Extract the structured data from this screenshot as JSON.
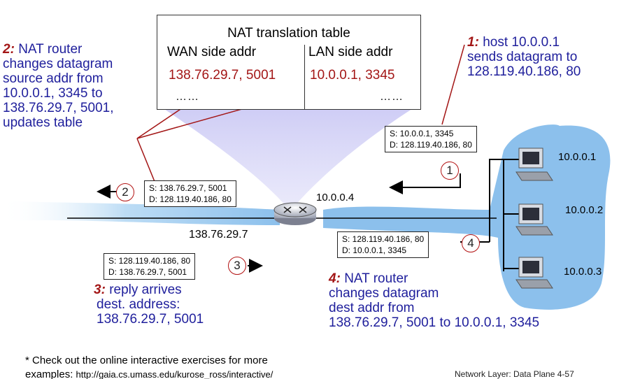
{
  "nat_table": {
    "title": "NAT translation table",
    "wan_header": "WAN side addr",
    "lan_header": "LAN side addr",
    "wan_value": "138.76.29.7, 5001",
    "lan_value": "10.0.0.1, 3345",
    "wan_more": "……",
    "lan_more": "……"
  },
  "steps": {
    "s1": {
      "num": "1:",
      "text_1": "host 10.0.0.1",
      "text_2": "sends datagram to",
      "text_3": "128.119.40.186, 80"
    },
    "s2": {
      "num": "2:",
      "text_1": "NAT router",
      "text_2": "changes datagram",
      "text_3": "source addr from",
      "text_4": "10.0.0.1, 3345 to",
      "text_5": "138.76.29.7, 5001,",
      "text_6": "updates table"
    },
    "s3": {
      "num": "3:",
      "text_1": "reply arrives",
      "text_2": "dest. address:",
      "text_3": "138.76.29.7, 5001"
    },
    "s4": {
      "num": "4:",
      "text_1": "NAT router",
      "text_2": "changes datagram",
      "text_3": "dest addr from",
      "text_4": "138.76.29.7, 5001 to 10.0.0.1, 3345"
    }
  },
  "datagrams": {
    "d1": {
      "src": "S: 10.0.0.1, 3345",
      "dst": "D: 128.119.40.186, 80"
    },
    "d2": {
      "src": "S: 138.76.29.7, 5001",
      "dst": "D: 128.119.40.186, 80"
    },
    "d3": {
      "src": "S: 128.119.40.186, 80",
      "dst": "D: 138.76.29.7, 5001"
    },
    "d4": {
      "src": "S: 128.119.40.186, 80",
      "dst": "D: 10.0.0.1, 3345"
    }
  },
  "markers": {
    "m1": "1",
    "m2": "2",
    "m3": "3",
    "m4": "4"
  },
  "addresses": {
    "router_lan": "10.0.0.4",
    "router_wan": "138.76.29.7",
    "host_1": "10.0.0.1",
    "host_2": "10.0.0.2",
    "host_3": "10.0.0.3"
  },
  "footnote": {
    "line_1": "* Check out the online interactive exercises for more",
    "line_2_prefix": "examples: ",
    "url": "http://gaia.cs.umass.edu/kurose_ross/interactive/"
  },
  "page_info": "Network Layer: Data Plane  4-57",
  "colors": {
    "step_text": "#1f1f9c",
    "step_number": "#a31616",
    "table_values": "#a31616",
    "lan_blob": "#8cc0ec",
    "beam": "#b6b4ee"
  },
  "icons": {
    "router": "router-icon",
    "host": "computer-icon"
  }
}
